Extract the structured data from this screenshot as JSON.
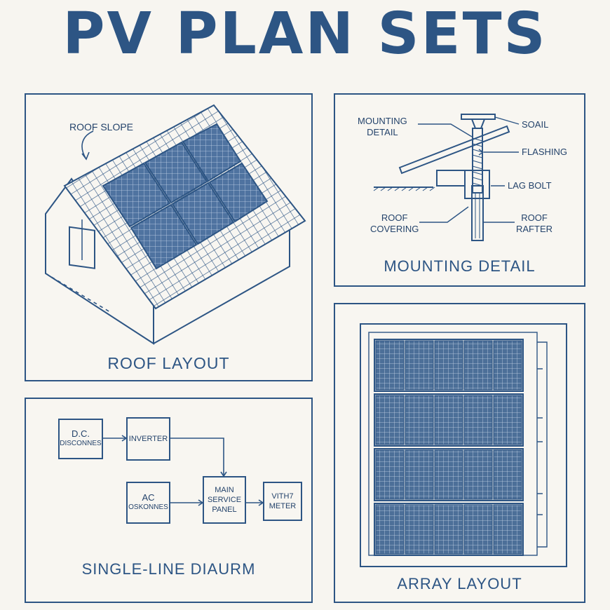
{
  "title": "PV PLAN SETS",
  "colors": {
    "ink": "#2d5584",
    "panel_fill": "#4c6f98",
    "background": "#f7f5f0"
  },
  "roof_layout": {
    "title": "ROOF LAYOUT",
    "annotation": "ROOF SLOPE",
    "panel_count": 6
  },
  "mounting_detail": {
    "title": "MOUNTING DETAIL",
    "labels": {
      "mounting_detail_1": "MOUNTING",
      "mounting_detail_2": "DETAIL",
      "soail": "SOAIL",
      "flashing": "FLASHING",
      "lag_bolt": "LAG BOLT",
      "roof_covering_1": "ROOF",
      "roof_covering_2": "COVERING",
      "roof_rafter_1": "ROOF",
      "roof_rafter_2": "RAFTER"
    }
  },
  "single_line": {
    "title": "SINGLE-LINE DIAURM",
    "blocks": {
      "dc_disconnect_1": "D.C.",
      "dc_disconnect_2": "DISCONNES",
      "inverter": "INVERTER",
      "ac_disconnect_1": "AC",
      "ac_disconnect_2": "OSKONNES",
      "main_panel_1": "MAIN",
      "main_panel_2": "SERVICE",
      "main_panel_3": "PANEL",
      "meter_1": "VITH7",
      "meter_2": "METER"
    }
  },
  "array_layout": {
    "title": "ARRAY LAYOUT",
    "rows": 4,
    "columns": 5
  }
}
